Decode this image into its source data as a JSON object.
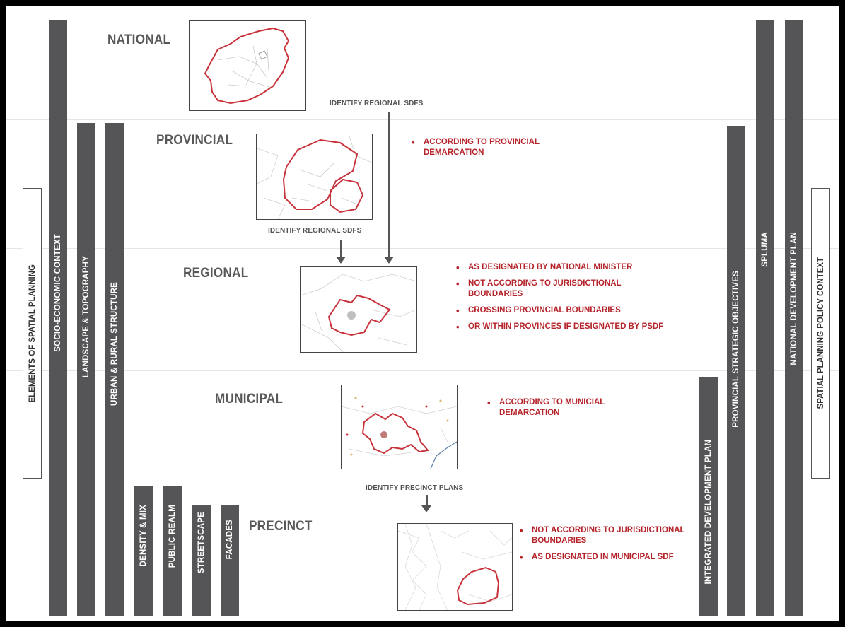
{
  "colors": {
    "bar": "#555557",
    "accent_red": "#b5242b",
    "level_text": "#58585a"
  },
  "left_frame_label": "ELEMENTS OF SPATIAL PLANNING",
  "right_frame_label": "SPATIAL PLANNING POLICY CONTEXT",
  "left_bars": {
    "socio_economic": "SOCIO-ECONOMIC CONTEXT",
    "landscape": "LANDSCAPE & TOPOGRAPHY",
    "urban_rural": "URBAN & RURAL STRUCTURE",
    "density": "DENSITY & MIX",
    "public_realm": "PUBLIC REALM",
    "streetscape": "STREETSCAPE",
    "facades": "FACADES"
  },
  "right_bars": {
    "idp": "INTEGRATED DEVELOPMENT PLAN",
    "provincial_objectives": "PROVINCIAL STRATEGIC OBJECTIVES",
    "spluma": "SPLUMA",
    "ndp": "NATIONAL DEVELOPMENT PLAN"
  },
  "levels": {
    "national": "NATIONAL",
    "provincial": "PROVINCIAL",
    "regional": "REGIONAL",
    "municipal": "MUNICIPAL",
    "precinct": "PRECINCT"
  },
  "identify_labels": {
    "regional_top": "IDENTIFY REGIONAL SDFS",
    "regional_mid": "IDENTIFY REGIONAL SDFS",
    "precinct": "IDENTIFY PRECINCT PLANS"
  },
  "bullets": {
    "provincial": [
      "ACCORDING TO PROVINCIAL DEMARCATION"
    ],
    "regional": [
      "AS DESIGNATED BY NATIONAL MINISTER",
      "NOT ACCORDING TO JURISDICTIONAL BOUNDARIES",
      "CROSSING PROVINCIAL BOUNDARIES",
      "OR WITHIN PROVINCES IF DESIGNATED BY PSDF"
    ],
    "municipal": [
      "ACCORDING TO MUNICIAL DEMARCATION"
    ],
    "precinct": [
      "NOT ACCORDING TO JURISDICTIONAL BOUNDARIES",
      "AS DESIGNATED IN MUNICIPAL SDF"
    ]
  }
}
